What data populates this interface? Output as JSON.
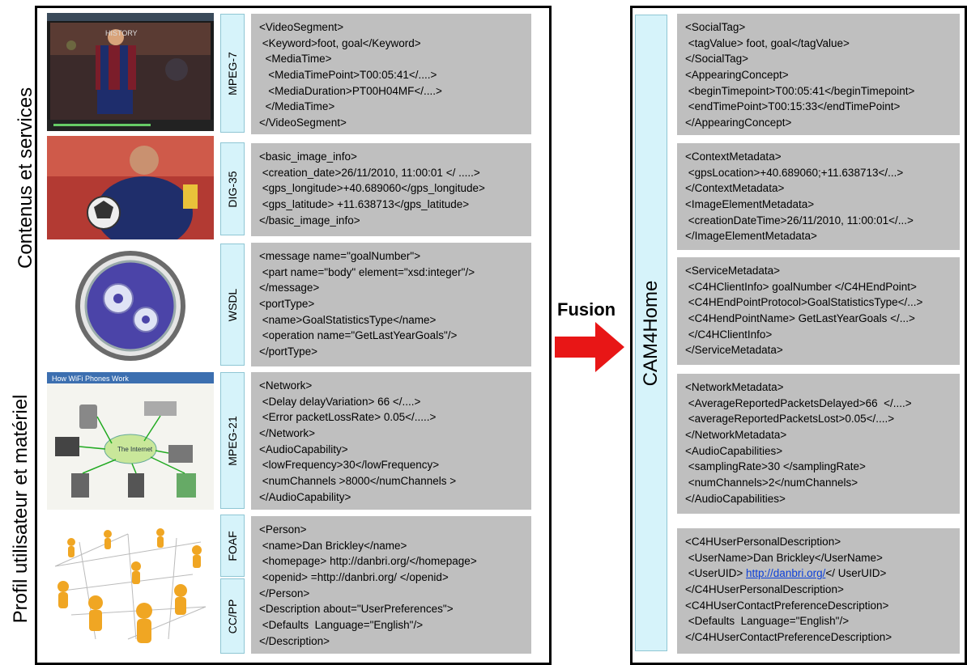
{
  "side_labels": {
    "top": "Contenus et services",
    "bottom": "Profil utilisateur et matériel"
  },
  "fusion_label": "Fusion",
  "cam_label": "CAM4Home",
  "thumbnails": {
    "video_overlay": "HISTORY",
    "wifi_title": "How WiFi Phones Work",
    "wifi_internet": "The Internet"
  },
  "left_blocks": [
    {
      "tag": "MPEG-7",
      "lines": [
        "<VideoSegment>",
        " <Keyword>foot, goal</Keyword>",
        "  <MediaTime>",
        "   <MediaTimePoint>T00:05:41</....>",
        "   <MediaDuration>PT00H04MF</....>",
        "  </MediaTime>",
        "</VideoSegment>"
      ]
    },
    {
      "tag": "DIG-35",
      "lines": [
        "<basic_image_info>",
        " <creation_date>26/11/2010, 11:00:01 </ .....>",
        " <gps_longitude>+40.689060</gps_longitude>",
        " <gps_latitude> +11.638713</gps_latitude>",
        "</basic_image_info>"
      ]
    },
    {
      "tag": "WSDL",
      "lines": [
        "<message name=\"goalNumber\">",
        " <part name=\"body\" element=\"xsd:integer\"/>",
        "</message>",
        "<portType>",
        " <name>GoalStatisticsType</name>",
        " <operation name=\"GetLastYearGoals\"/>",
        "</portType>"
      ]
    },
    {
      "tag": "MPEG-21",
      "lines": [
        "<Network>",
        " <Delay delayVariation> 66 </....>",
        " <Error packetLossRate> 0.05</.....>",
        "</Network>",
        "<AudioCapability>",
        " <lowFrequency>30</lowFrequency>",
        " <numChannels >8000</numChannels >",
        "</AudioCapability>"
      ]
    },
    {
      "tag": "FOAF",
      "tag2": "CC/PP",
      "lines": [
        "<Person>",
        " <name>Dan Brickley</name>",
        " <homepage> http://danbri.org/</homepage>",
        " <openid> =http://danbri.org/ </openid>",
        "</Person>",
        "<Description about=\"UserPreferences\">",
        " <Defaults  Language=\"English\"/>",
        "</Description>"
      ]
    }
  ],
  "right_blocks": [
    {
      "lines": [
        "<SocialTag>",
        " <tagValue> foot, goal</tagValue>",
        "</SocialTag>",
        "<AppearingConcept>",
        " <beginTimepoint>T00:05:41</beginTimepoint>",
        " <endTimePoint>T00:15:33</endTimePoint>",
        "</AppearingConcept>"
      ]
    },
    {
      "lines": [
        "<ContextMetadata>",
        " <gpsLocation>+40.689060;+11.638713</...>",
        "</ContextMetadata>",
        "<ImageElementMetadata>",
        " <creationDateTime>26/11/2010, 11:00:01</...>",
        "</ImageElementMetadata>"
      ]
    },
    {
      "lines": [
        "<ServiceMetadata>",
        " <C4HClientInfo> goalNumber </C4HEndPoint>",
        " <C4HEndPointProtocol>GoalStatisticsType</...>",
        " <C4HendPointName> GetLastYearGoals </...>",
        " </C4HClientInfo>",
        "</ServiceMetadata>"
      ]
    },
    {
      "lines": [
        "<NetworkMetadata>",
        " <AverageReportedPacketsDelayed>66  </....>",
        " <averageReportedPacketsLost>0.05</....>",
        "</NetworkMetadata>",
        "<AudioCapabilities>",
        " <samplingRate>30 </samplingRate>",
        " <numChannels>2</numChannels>",
        "</AudioCapabilities>"
      ]
    },
    {
      "lines": [
        "<C4HUserPersonalDescription>",
        " <UserName>Dan Brickley</UserName>",
        " <UserUID> ",
        "</C4HUserPersonalDescription>",
        "<C4HUserContactPreferenceDescription>",
        " <Defaults  Language=\"English\"/>",
        "</C4HUserContactPreferenceDescription>"
      ],
      "link_line": 2,
      "link_text": "http://danbri.org/",
      "link_suffix": "</ UserUID>"
    }
  ]
}
